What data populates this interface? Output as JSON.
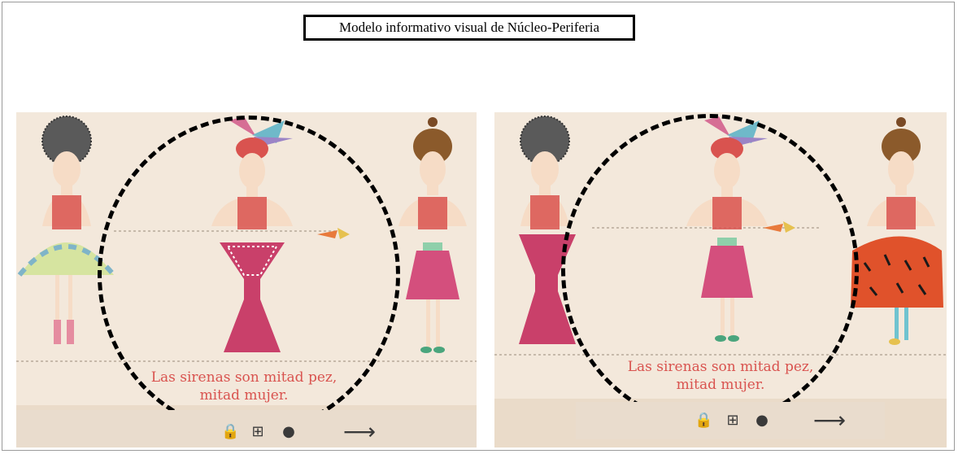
{
  "caption": "Modelo informativo visual de Núcleo-Periferia",
  "panels": [
    {
      "text_line1": "Las sirenas son mitad pez,",
      "text_line2": "mitad mujer.",
      "toolbar": {
        "lock_icon": "lock-icon",
        "grid_icon": "grid-icon",
        "sound_icon": "speaker-icon",
        "next_icon": "arrow-right-icon"
      }
    },
    {
      "text_line1": "Las sirenas son mitad pez,",
      "text_line2": "mitad mujer.",
      "toolbar": {
        "lock_icon": "lock-icon",
        "grid_icon": "grid-icon",
        "sound_icon": "speaker-icon",
        "next_icon": "arrow-right-icon"
      }
    }
  ],
  "colors": {
    "paper": "#f3e8db",
    "caption_text": "#d9534f",
    "dashed_circle": "#000000"
  }
}
